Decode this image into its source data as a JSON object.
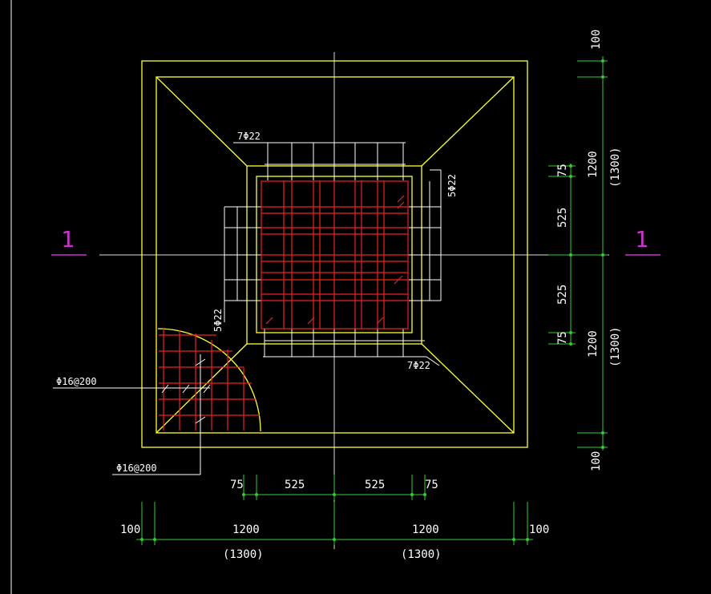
{
  "colors": {
    "background": "#000000",
    "outline": "#ffff33",
    "rebar": "#ee2222",
    "dimension": "#33cc33",
    "annotation": "#ffffff",
    "section_mark": "#cc33cc"
  },
  "section_marks": {
    "left": "1",
    "right": "1"
  },
  "rebar_labels": {
    "top": "7Φ22",
    "bottom": "7Φ22",
    "right": "5Φ22",
    "left": "5Φ22",
    "mesh_a": "Φ16@200",
    "mesh_b": "Φ16@200"
  },
  "bottom_dims": {
    "row1": [
      "75",
      "525",
      "525",
      "75"
    ],
    "row2": [
      "100",
      "1200",
      "1200",
      "100"
    ],
    "row3": [
      "(1300)",
      "(1300)"
    ]
  },
  "right_dims": {
    "outer_top": "100",
    "half_top": "1200",
    "half_top_total": "(1300)",
    "col_top": "75",
    "col_mid_top": "525",
    "col_mid_bottom": "525",
    "col_bottom": "75",
    "half_bottom": "1200",
    "half_bottom_total": "(1300)",
    "outer_bottom": "100"
  }
}
